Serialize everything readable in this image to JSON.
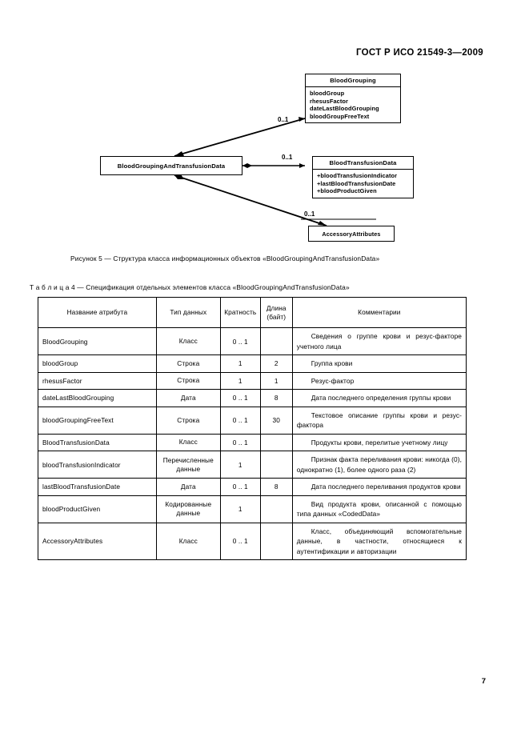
{
  "header": {
    "standard_title": "ГОСТ Р ИСО 21549-3—2009"
  },
  "diagram": {
    "classes": [
      {
        "name": "BloodGrouping",
        "attributes": [
          "bloodGroup",
          "rhesusFactor",
          "dateLastBloodGrouping",
          "bloodGroupFreeText"
        ]
      },
      {
        "name": "BloodGroupingAndTransfusionData",
        "attributes": []
      },
      {
        "name": "BloodTransfusionData",
        "attributes": [
          "+bloodTransfusionIndicator",
          "+lastBloodTransfusionDate",
          "+bloodProductGiven"
        ]
      },
      {
        "name": "AccessoryAttributes",
        "attributes": []
      }
    ],
    "multiplicities": [
      "0..1",
      "0..1",
      "0..1"
    ]
  },
  "figure_caption": "Рисунок 5 — Структура класса информационных объектов «BloodGroupingAndTransfusionData»",
  "table_caption": "Т а б л и ц а  4 — Спецификация отдельных элементов класса «BloodGroupingAndTransfusionData»",
  "table": {
    "headers": {
      "attribute": "Название атрибута",
      "type": "Тип данных",
      "cardinality": "Кратность",
      "length_line1": "Длина",
      "length_line2": "(байт)",
      "comments": "Комментарии"
    },
    "rows": [
      {
        "attribute": "BloodGrouping",
        "type": "Класс",
        "cardinality": "0 .. 1",
        "length": "",
        "comment": "Сведения о группе крови и резус-факторе учетного лица"
      },
      {
        "attribute": "bloodGroup",
        "type": "Строка",
        "cardinality": "1",
        "length": "2",
        "comment": "Группа крови"
      },
      {
        "attribute": "rhesusFactor",
        "type": "Строка",
        "cardinality": "1",
        "length": "1",
        "comment": "Резус-фактор"
      },
      {
        "attribute": "dateLastBloodGrouping",
        "type": "Дата",
        "cardinality": "0 .. 1",
        "length": "8",
        "comment": "Дата последнего определения группы крови"
      },
      {
        "attribute": "bloodGroupingFreeText",
        "type": "Строка",
        "cardinality": "0 .. 1",
        "length": "30",
        "comment": "Текстовое описание группы крови и резус-фактора"
      },
      {
        "attribute": "BloodTransfusionData",
        "type": "Класс",
        "cardinality": "0 .. 1",
        "length": "",
        "comment": "Продукты крови, перелитые учетному лицу"
      },
      {
        "attribute": "bloodTransfusionIndicator",
        "type": "Перечисленные данные",
        "cardinality": "1",
        "length": "",
        "comment": "Признак факта переливания крови: никогда (0), однократно (1), более одного раза (2)"
      },
      {
        "attribute": "lastBloodTransfusionDate",
        "type": "Дата",
        "cardinality": "0 .. 1",
        "length": "8",
        "comment": "Дата последнего переливания продуктов крови"
      },
      {
        "attribute": "bloodProductGiven",
        "type": "Кодированные данные",
        "cardinality": "1",
        "length": "",
        "comment": "Вид продукта крови, описанной с помощью типа данных «CodedData»"
      },
      {
        "attribute": "AccessoryAttributes",
        "type": "Класс",
        "cardinality": "0 .. 1",
        "length": "",
        "comment": "Класс, объединяющий вспомогательные данные, в частности, относящиеся к аутентификации и авторизации"
      }
    ]
  },
  "footer": {
    "page_number": "7"
  }
}
